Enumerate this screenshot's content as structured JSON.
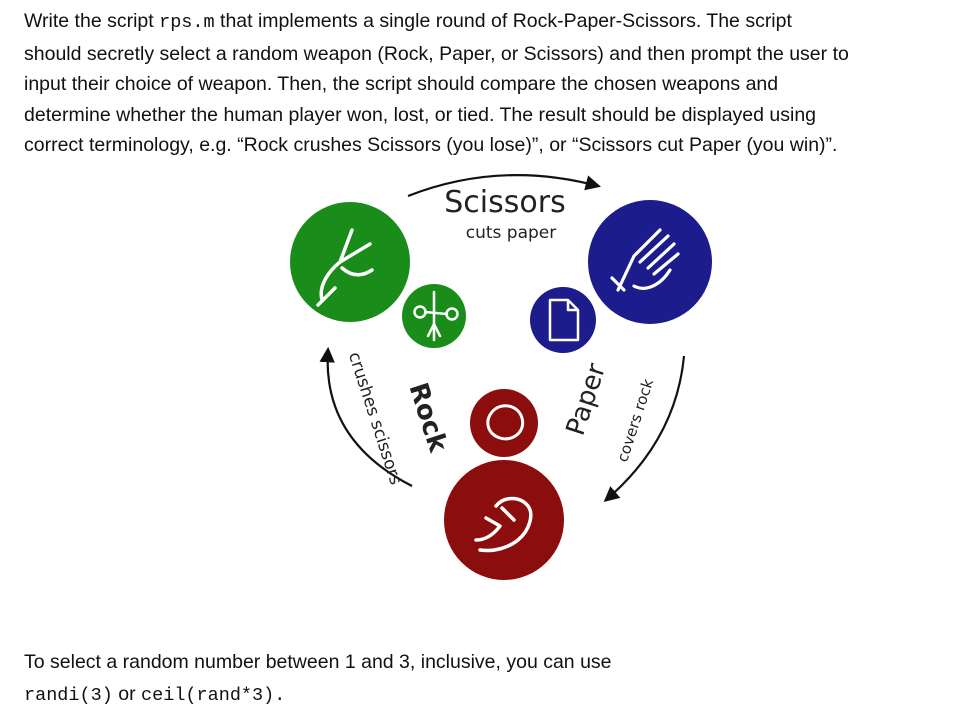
{
  "intro": {
    "l1_pre": "Write the script ",
    "l1_code": "rps.m",
    "l1_post": " that implements a single round of Rock-Paper-Scissors.  The script",
    "l2": "should secretly select a random weapon (Rock, Paper, or Scissors) and then prompt the user to",
    "l3": "input their choice of weapon.  Then, the script should compare the chosen weapons and",
    "l4": "determine whether the human player won, lost, or tied.  The result should be displayed using",
    "l5": "correct terminology, e.g. “Rock crushes Scissors (you lose)”, or “Scissors cut Paper (you win)”."
  },
  "diagram": {
    "scissors": {
      "title": "Scissors",
      "subtitle": "cuts paper",
      "color": "#1a8c1a"
    },
    "paper": {
      "title": "Paper",
      "subtitle": "covers rock",
      "color": "#1c1c8c"
    },
    "rock": {
      "title": "Rock",
      "subtitle": "crushes scissors",
      "color": "#8b0d0d"
    },
    "icons": [
      "scissors-hand-icon",
      "scissors-icon",
      "paper-hand-icon",
      "document-icon",
      "rock-icon",
      "fist-icon"
    ]
  },
  "footer": {
    "l1": "To select a random number between 1 and 3, inclusive, you can use",
    "code1": "randi(3)",
    "mid": " or ",
    "code2": "ceil(rand*3)",
    "end": "."
  }
}
